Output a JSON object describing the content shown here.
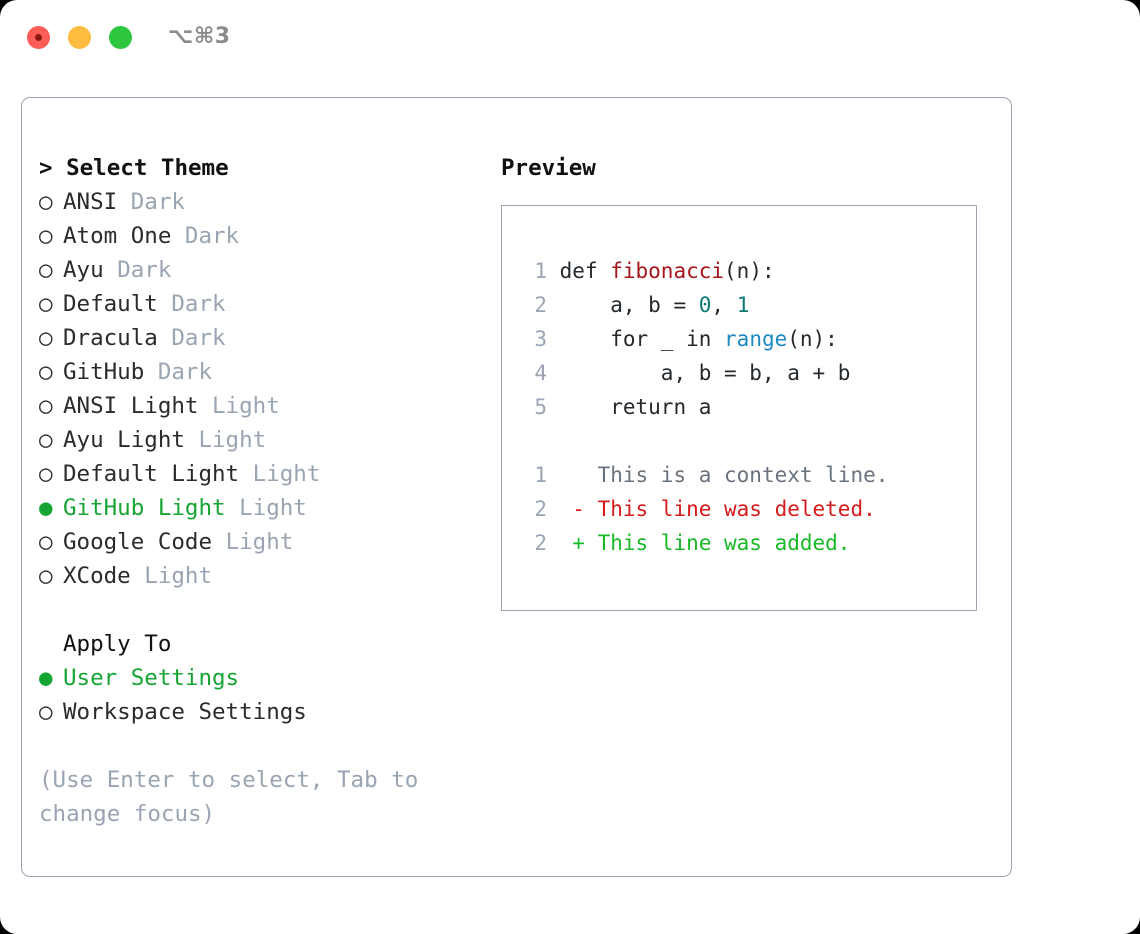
{
  "titlebar": {
    "shortcut": "⌥⌘3",
    "lights": [
      "close-red",
      "minimize-yellow",
      "zoom-green"
    ]
  },
  "colors": {
    "accent_green": "#16a533",
    "muted": "#9aa4b2",
    "text": "#2b2b2b",
    "fn_red": "#a6151a",
    "num_teal": "#0b7a72",
    "builtin_blue": "#1a8ac0",
    "diff_del": "#d61c1c",
    "diff_add": "#18ba28",
    "diff_ctx": "#6a737d"
  },
  "theme_picker": {
    "header": "> Select Theme",
    "bullet_selected": "●",
    "bullet_unselected": "○",
    "items": [
      {
        "name": "ANSI",
        "tag": "Dark",
        "selected": false
      },
      {
        "name": "Atom One",
        "tag": "Dark",
        "selected": false
      },
      {
        "name": "Ayu",
        "tag": "Dark",
        "selected": false
      },
      {
        "name": "Default",
        "tag": "Dark",
        "selected": false
      },
      {
        "name": "Dracula",
        "tag": "Dark",
        "selected": false
      },
      {
        "name": "GitHub",
        "tag": "Dark",
        "selected": false
      },
      {
        "name": "ANSI Light",
        "tag": "Light",
        "selected": false
      },
      {
        "name": "Ayu Light",
        "tag": "Light",
        "selected": false
      },
      {
        "name": "Default Light",
        "tag": "Light",
        "selected": false
      },
      {
        "name": "GitHub Light",
        "tag": "Light",
        "selected": true
      },
      {
        "name": "Google Code",
        "tag": "Light",
        "selected": false
      },
      {
        "name": "XCode",
        "tag": "Light",
        "selected": false
      }
    ]
  },
  "apply_to": {
    "header": "Apply To",
    "items": [
      {
        "name": "User Settings",
        "selected": true
      },
      {
        "name": "Workspace Settings",
        "selected": false
      }
    ]
  },
  "hint": "(Use Enter to select, Tab to change focus)",
  "preview": {
    "title": "Preview",
    "code_lines": [
      {
        "number": "1",
        "tokens": [
          {
            "text": "def ",
            "kind": "plain"
          },
          {
            "text": "fibonacci",
            "kind": "fn"
          },
          {
            "text": "(n):",
            "kind": "plain"
          }
        ]
      },
      {
        "number": "2",
        "tokens": [
          {
            "text": "    a, b = ",
            "kind": "plain"
          },
          {
            "text": "0",
            "kind": "num"
          },
          {
            "text": ", ",
            "kind": "plain"
          },
          {
            "text": "1",
            "kind": "num"
          }
        ]
      },
      {
        "number": "3",
        "tokens": [
          {
            "text": "    for _ in ",
            "kind": "plain"
          },
          {
            "text": "range",
            "kind": "builtin"
          },
          {
            "text": "(n):",
            "kind": "plain"
          }
        ]
      },
      {
        "number": "4",
        "tokens": [
          {
            "text": "        a, b = b, a + b",
            "kind": "plain"
          }
        ]
      },
      {
        "number": "5",
        "tokens": [
          {
            "text": "    return a",
            "kind": "plain"
          }
        ]
      }
    ],
    "diff_lines": [
      {
        "number": "1",
        "marker": "  ",
        "text": "This is a context line.",
        "kind": "ctx"
      },
      {
        "number": "2",
        "marker": "- ",
        "text": "This line was deleted.",
        "kind": "del"
      },
      {
        "number": "2",
        "marker": "+ ",
        "text": "This line was added.",
        "kind": "add"
      }
    ]
  }
}
